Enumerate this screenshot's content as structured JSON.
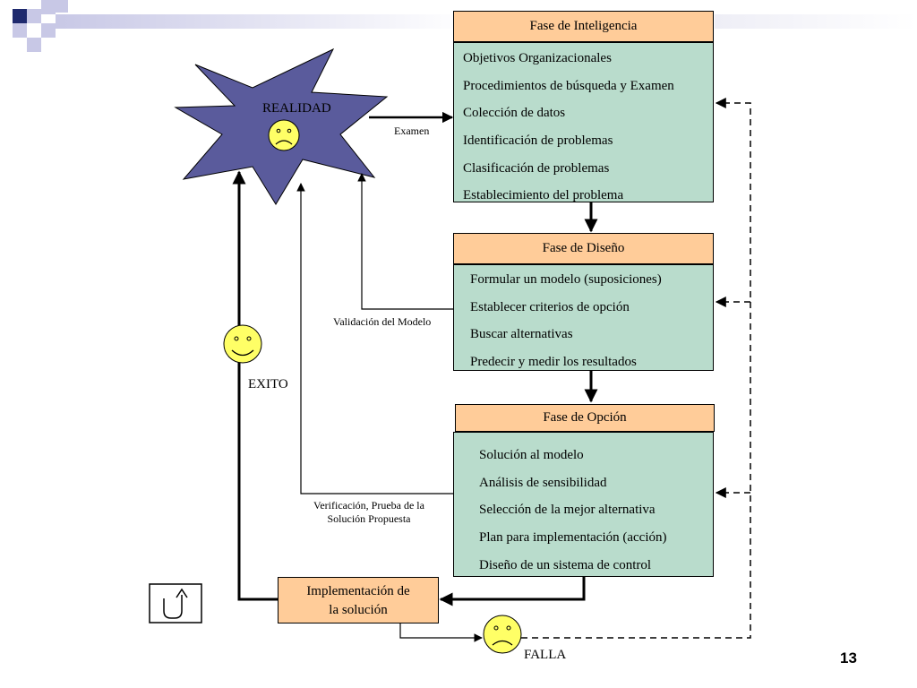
{
  "realidad": {
    "label": "REALIDAD"
  },
  "fase_inteligencia": {
    "title": "Fase de Inteligencia",
    "items": [
      "Objetivos Organizacionales",
      "Procedimientos de búsqueda y Examen",
      "Colección de datos",
      "Identificación de problemas",
      "Clasificación de problemas",
      "Establecimiento del problema"
    ]
  },
  "fase_diseno": {
    "title": "Fase de Diseño",
    "items": [
      "Formular un modelo (suposiciones)",
      "Establecer criterios de opción",
      "Buscar alternativas",
      "Predecir y medir los resultados"
    ]
  },
  "fase_opcion": {
    "title": "Fase de Opción",
    "items": [
      "Solución al modelo",
      "Análisis de sensibilidad",
      "Selección de la mejor alternativa",
      "Plan para implementación (acción)",
      "Diseño de un sistema de control"
    ]
  },
  "implementacion": {
    "line1": "Implementación de",
    "line2": "la solución"
  },
  "labels": {
    "examen": "Examen",
    "validacion": "Validación del Modelo",
    "verificacion_line1": "Verificación, Prueba  de la",
    "verificacion_line2": "Solución  Propuesta",
    "exito": "EXITO",
    "falla": "FALLA"
  },
  "page_number": "13",
  "colors": {
    "header_fill": "#ffcc99",
    "panel_fill": "#b9dccc",
    "star_fill": "#5a5b9c",
    "face_fill": "#ffff66",
    "deco_navy": "#1f2a6e",
    "deco_lavender": "#c8c8e6"
  }
}
